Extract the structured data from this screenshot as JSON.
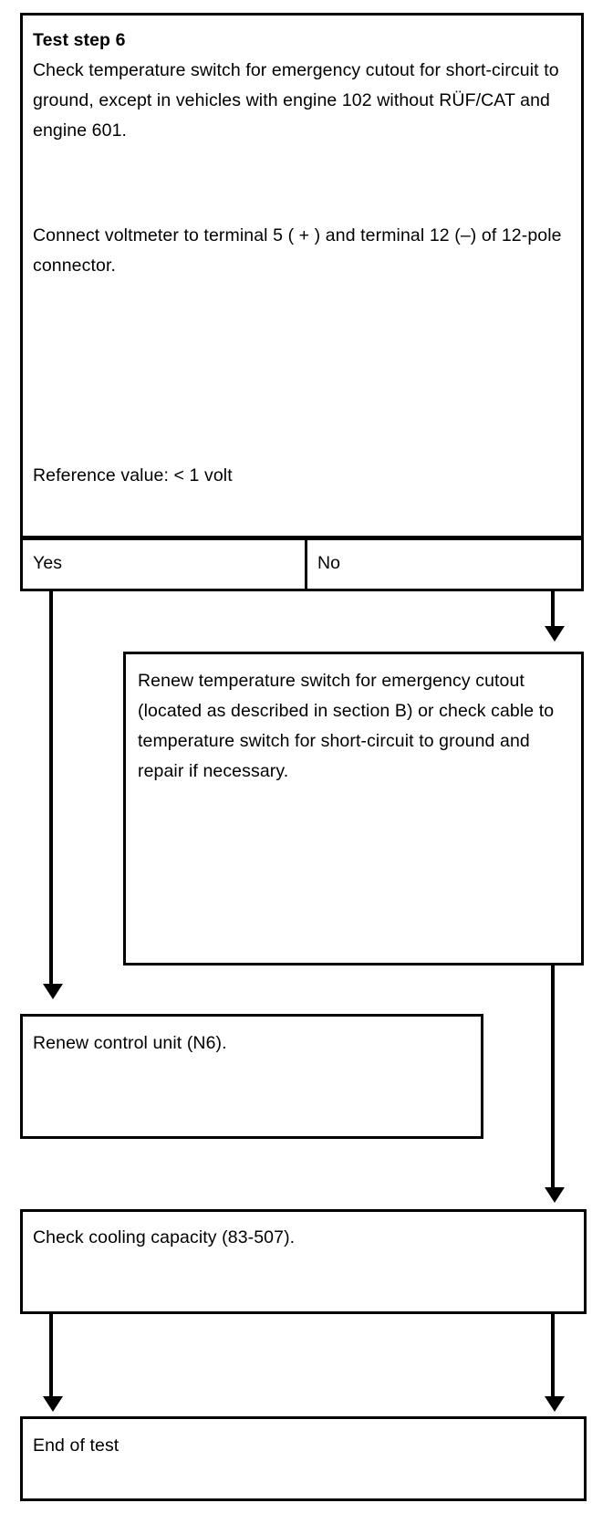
{
  "document": {
    "kind": "troubleshooting-flowchart",
    "ink_color": "#000000",
    "background_color": "#ffffff"
  },
  "test_step": {
    "title": "Test step 6",
    "instruction": "Check temperature switch for emergency cutout for short-circuit to ground, except in vehicles with engine 102 without RÜF/CAT and engine 601.",
    "connection": "Connect voltmeter to terminal 5 ( + ) and terminal 12 (–) of 12-pole connector.",
    "reference_value": "Reference value: < 1 volt"
  },
  "answers": {
    "yes_label": "Yes",
    "no_label": "No"
  },
  "nodes": {
    "renew_switch": "Renew temperature switch for emergency cutout (located as described in section B) or check cable to temperature switch for short-circuit to ground and repair if necessary.",
    "renew_control_unit": "Renew control unit (N6).",
    "check_cooling": "Check cooling capacity (83-507).",
    "end_of_test": "End of test"
  },
  "connectors": {
    "yes_branch": "arrow-down-yes-to-renew-control-unit",
    "no_branch": "arrow-down-no-to-renew-switch",
    "switch_to_cooling": "arrow-down-renew-switch-to-check-cooling",
    "cooling_to_end_left": "arrow-down-check-cooling-to-end-of-test-left",
    "cooling_to_end_right": "arrow-down-check-cooling-to-end-of-test-right"
  }
}
